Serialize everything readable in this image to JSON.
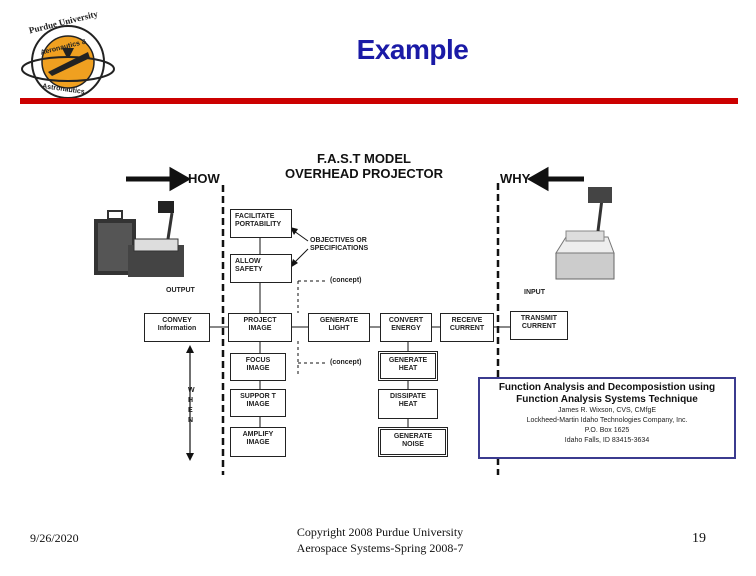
{
  "slide": {
    "title": "Example",
    "logo_text_top": "Purdue University",
    "logo_text_mid": "Aeronautics &",
    "logo_text_bottom": "Astronautics"
  },
  "figure": {
    "title_line1": "F.A.S.T MODEL",
    "title_line2": "OVERHEAD PROJECTOR",
    "how": "HOW",
    "why": "WHY",
    "output": "OUTPUT",
    "input": "INPUT",
    "objectives": "OBJECTIVES OR SPECIFICATIONS",
    "concept_upper": "(concept)",
    "concept_lower": "(concept)",
    "when_letters": [
      "W",
      "H",
      "E",
      "N"
    ],
    "boxes": {
      "facilitate": "FACILITATE PORTABILITY",
      "allow_safety": "ALLOW SAFETY",
      "convey": "CONVEY Information",
      "project": "PROJECT IMAGE",
      "generate_light": "GENERATE LIGHT",
      "convert": "CONVERT ENERGY",
      "receive": "RECEIVE CURRENT",
      "transmit": "TRANSMIT CURRENT",
      "focus": "FOCUS IMAGE",
      "support": "SUPPOR T IMAGE",
      "amplify": "AMPLIFY IMAGE",
      "generate_heat": "GENERATE HEAT",
      "dissipate": "DISSIPATE HEAT",
      "generate_noise": "GENERATE NOISE"
    },
    "fads": {
      "title": "Function Analysis and Decomposistion using",
      "subtitle": "Function Analysis Systems Technique",
      "lines": [
        "James R. Wixson, CVS, CMfgE",
        "Lockheed-Martin Idaho Technologies Company, Inc.",
        "P.O. Box 1625",
        "Idaho Falls, ID 83415-3634"
      ]
    }
  },
  "footer": {
    "date": "9/26/2020",
    "copyright_line1": "Copyright 2008 Purdue University",
    "copyright_line2": "Aerospace Systems-Spring 2008-7",
    "page_number": "19"
  },
  "colors": {
    "title_blue": "#1a1aa6",
    "rule_red": "#cc0000",
    "logo_gold": "#f0a020"
  }
}
